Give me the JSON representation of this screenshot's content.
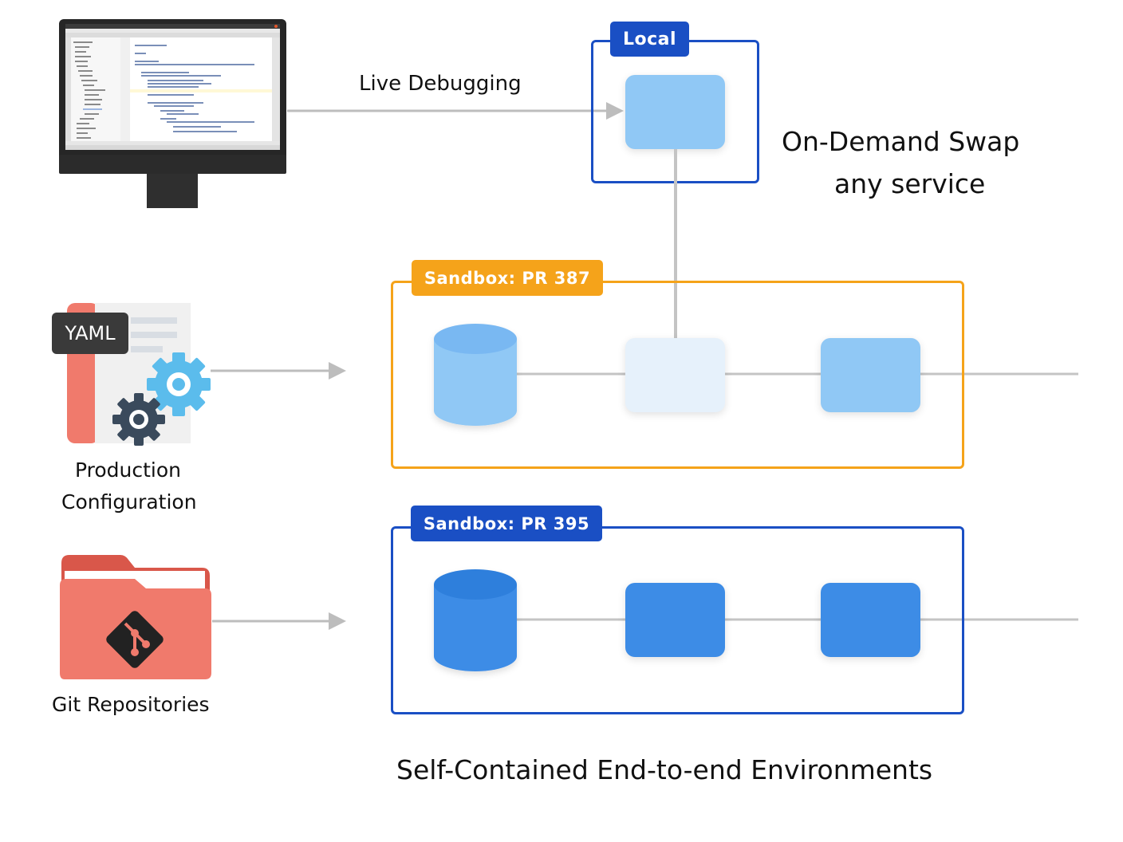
{
  "arrows": {
    "live_debugging_label": "Live Debugging"
  },
  "local": {
    "badge": "Local",
    "caption_line1": "On-Demand Swap",
    "caption_line2": "any service"
  },
  "sandbox_1": {
    "badge": "Sandbox: PR 387"
  },
  "sandbox_2": {
    "badge": "Sandbox: PR 395"
  },
  "sources": {
    "yaml_badge": "YAML",
    "prod_config_line1": "Production",
    "prod_config_line2": "Configuration",
    "git_repos": "Git Repositories"
  },
  "footer": {
    "caption": "Self-Contained End-to-end Environments"
  },
  "colors": {
    "local_blue": "#1a4fc4",
    "sandbox_orange": "#f5a31a",
    "sandbox_blue": "#1a4fc4",
    "service_light": "#90c8f5",
    "service_pale": "#e6f1fb",
    "service_dark": "#3d8ce6",
    "connector_gray": "#bdbdbd",
    "yaml_badge_bg": "#3a3a3a",
    "folder_red": "#f07a6c"
  },
  "icons": [
    "monitor-icon",
    "yaml-config-icon",
    "gear-icon",
    "git-folder-icon",
    "database-icon"
  ]
}
